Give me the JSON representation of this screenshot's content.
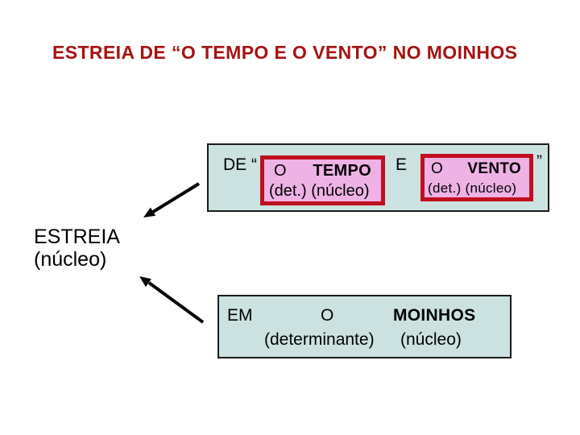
{
  "slide": {
    "title": "ESTREIA DE “O TEMPO E O VENTO” NO MOINHOS",
    "colors": {
      "title_red": "#a61212",
      "group_box_fill": "#cce2e1",
      "group_box_border": "#1a1a1a",
      "phrase_box_fill": "#eeb2e5",
      "phrase_box_border": "#c00f1e",
      "arrow": "#000000",
      "text": "#000000"
    },
    "top_group": {
      "prefix": "DE “",
      "conjunction": "E",
      "close_quote": "”",
      "phrases": [
        {
          "determiner": "O",
          "head": "TEMPO",
          "labels": "(det.) (núcleo)"
        },
        {
          "determiner": "O",
          "head": "VENTO",
          "labels": "(det.) (núcleo)"
        }
      ]
    },
    "left_label": {
      "word": "ESTREIA",
      "role": "(núcleo)"
    },
    "bottom_group": {
      "word1": "EM",
      "word2": "O",
      "word3": "MOINHOS",
      "label1": "(determinante)",
      "label2": "(núcleo)"
    }
  }
}
